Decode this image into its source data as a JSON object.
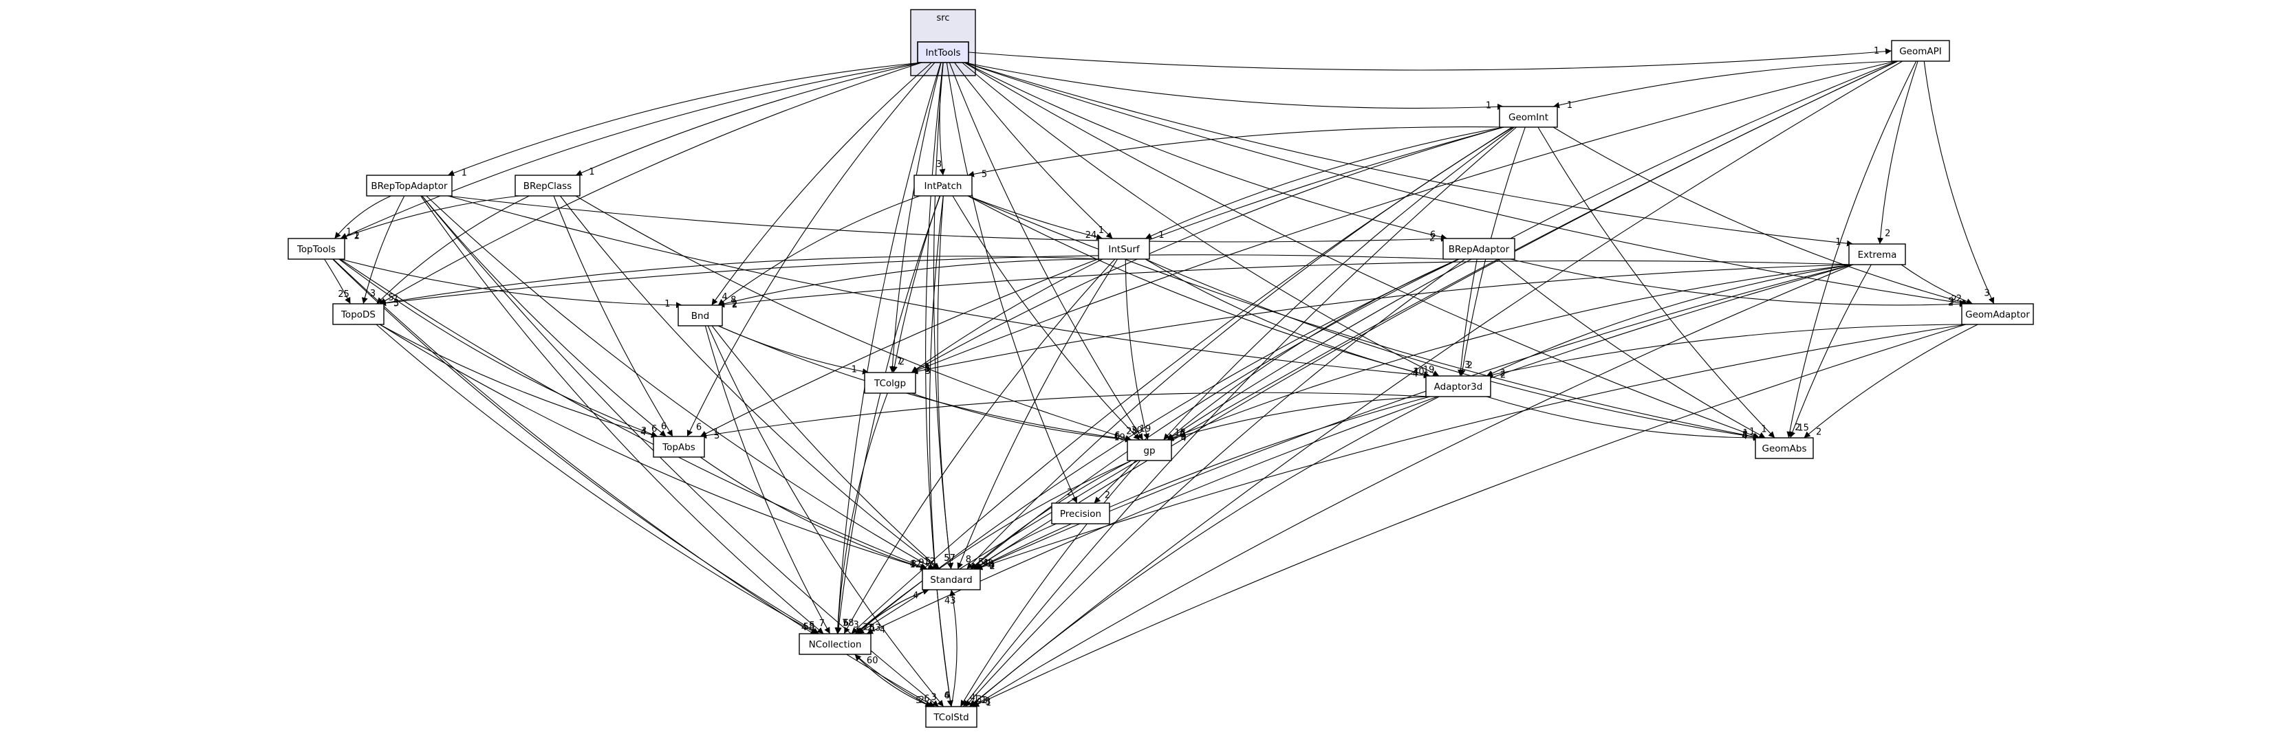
{
  "graph": {
    "cluster_label": "src",
    "focus_node": "IntTools",
    "nodes": [
      {
        "id": "IntTools",
        "label": "IntTools"
      },
      {
        "id": "GeomAPI",
        "label": "GeomAPI"
      },
      {
        "id": "GeomInt",
        "label": "GeomInt"
      },
      {
        "id": "BRepTopAdaptor",
        "label": "BRepTopAdaptor"
      },
      {
        "id": "BRepClass",
        "label": "BRepClass"
      },
      {
        "id": "IntPatch",
        "label": "IntPatch"
      },
      {
        "id": "TopTools",
        "label": "TopTools"
      },
      {
        "id": "IntSurf",
        "label": "IntSurf"
      },
      {
        "id": "BRepAdaptor",
        "label": "BRepAdaptor"
      },
      {
        "id": "Extrema",
        "label": "Extrema"
      },
      {
        "id": "TopoDS",
        "label": "TopoDS"
      },
      {
        "id": "Bnd",
        "label": "Bnd"
      },
      {
        "id": "GeomAdaptor",
        "label": "GeomAdaptor"
      },
      {
        "id": "TColgp",
        "label": "TColgp"
      },
      {
        "id": "Adaptor3d",
        "label": "Adaptor3d"
      },
      {
        "id": "TopAbs",
        "label": "TopAbs"
      },
      {
        "id": "gp",
        "label": "gp"
      },
      {
        "id": "GeomAbs",
        "label": "GeomAbs"
      },
      {
        "id": "Precision",
        "label": "Precision"
      },
      {
        "id": "Standard",
        "label": "Standard"
      },
      {
        "id": "NCollection",
        "label": "NCollection"
      },
      {
        "id": "TColStd",
        "label": "TColStd"
      }
    ],
    "edges": [
      {
        "from": "IntTools",
        "to": "GeomAPI",
        "label": "1"
      },
      {
        "from": "IntTools",
        "to": "GeomInt",
        "label": "1"
      },
      {
        "from": "IntTools",
        "to": "BRepTopAdaptor",
        "label": "1"
      },
      {
        "from": "IntTools",
        "to": "BRepClass",
        "label": "1"
      },
      {
        "from": "IntTools",
        "to": "IntPatch",
        "label": "3"
      },
      {
        "from": "IntTools",
        "to": "TopTools",
        "label": "1"
      },
      {
        "from": "IntTools",
        "to": "IntSurf",
        "label": "1"
      },
      {
        "from": "IntTools",
        "to": "BRepAdaptor",
        "label": "6"
      },
      {
        "from": "IntTools",
        "to": "Extrema",
        "label": "1"
      },
      {
        "from": "IntTools",
        "to": "TopoDS",
        "label": "7"
      },
      {
        "from": "IntTools",
        "to": "Bnd",
        "label": "4"
      },
      {
        "from": "IntTools",
        "to": "GeomAdaptor",
        "label": "3"
      },
      {
        "from": "IntTools",
        "to": "TColgp",
        "label": "7"
      },
      {
        "from": "IntTools",
        "to": "Adaptor3d",
        "label": "19"
      },
      {
        "from": "IntTools",
        "to": "TopAbs",
        "label": "6"
      },
      {
        "from": "IntTools",
        "to": "gp",
        "label": "30"
      },
      {
        "from": "IntTools",
        "to": "GeomAbs",
        "label": "1"
      },
      {
        "from": "IntTools",
        "to": "Precision",
        "label": "2"
      },
      {
        "from": "IntTools",
        "to": "Standard",
        "label": "57"
      },
      {
        "from": "IntTools",
        "to": "NCollection",
        "label": "7"
      },
      {
        "from": "IntTools",
        "to": "TColStd",
        "label": "6"
      },
      {
        "from": "GeomAPI",
        "to": "GeomInt",
        "label": "1"
      },
      {
        "from": "GeomAPI",
        "to": "Extrema",
        "label": "2"
      },
      {
        "from": "GeomAPI",
        "to": "GeomAdaptor",
        "label": "3"
      },
      {
        "from": "GeomAPI",
        "to": "TColgp",
        "label": "3"
      },
      {
        "from": "GeomAPI",
        "to": "gp",
        "label": "9"
      },
      {
        "from": "GeomAPI",
        "to": "GeomAbs",
        "label": "2"
      },
      {
        "from": "GeomAPI",
        "to": "Standard",
        "label": "1"
      },
      {
        "from": "GeomAPI",
        "to": "NCollection",
        "label": "1"
      },
      {
        "from": "GeomAPI",
        "to": "TColStd",
        "label": "1"
      },
      {
        "from": "GeomInt",
        "to": "IntPatch",
        "label": "5"
      },
      {
        "from": "GeomInt",
        "to": "IntSurf",
        "label": "1"
      },
      {
        "from": "GeomInt",
        "to": "GeomAdaptor",
        "label": "2"
      },
      {
        "from": "GeomInt",
        "to": "Adaptor3d",
        "label": "2"
      },
      {
        "from": "GeomInt",
        "to": "TColgp",
        "label": "5"
      },
      {
        "from": "GeomInt",
        "to": "TopAbs",
        "label": "1"
      },
      {
        "from": "GeomInt",
        "to": "gp",
        "label": "18"
      },
      {
        "from": "GeomInt",
        "to": "GeomAbs",
        "label": "1"
      },
      {
        "from": "GeomInt",
        "to": "Standard",
        "label": "5"
      },
      {
        "from": "GeomInt",
        "to": "NCollection",
        "label": "2"
      },
      {
        "from": "GeomInt",
        "to": "TColStd",
        "label": "1"
      },
      {
        "from": "BRepTopAdaptor",
        "to": "TopTools",
        "label": "1"
      },
      {
        "from": "BRepTopAdaptor",
        "to": "BRepAdaptor",
        "label": "2"
      },
      {
        "from": "BRepTopAdaptor",
        "to": "TopoDS",
        "label": "3"
      },
      {
        "from": "BRepTopAdaptor",
        "to": "Adaptor3d",
        "label": "4"
      },
      {
        "from": "BRepTopAdaptor",
        "to": "TopAbs",
        "label": "6"
      },
      {
        "from": "BRepTopAdaptor",
        "to": "Standard",
        "label": "9"
      },
      {
        "from": "BRepTopAdaptor",
        "to": "NCollection",
        "label": "5"
      },
      {
        "from": "BRepTopAdaptor",
        "to": "TColStd",
        "label": "6"
      },
      {
        "from": "BRepClass",
        "to": "TopTools",
        "label": "2"
      },
      {
        "from": "BRepClass",
        "to": "TopoDS",
        "label": "5"
      },
      {
        "from": "BRepClass",
        "to": "TopAbs",
        "label": "6"
      },
      {
        "from": "BRepClass",
        "to": "gp",
        "label": "6"
      },
      {
        "from": "BRepClass",
        "to": "Standard",
        "label": "12"
      },
      {
        "from": "IntPatch",
        "to": "IntSurf",
        "label": "24"
      },
      {
        "from": "IntPatch",
        "to": "Adaptor3d",
        "label": "10"
      },
      {
        "from": "IntPatch",
        "to": "Bnd",
        "label": "8"
      },
      {
        "from": "IntPatch",
        "to": "TColgp",
        "label": "2"
      },
      {
        "from": "IntPatch",
        "to": "gp",
        "label": "28"
      },
      {
        "from": "IntPatch",
        "to": "GeomAbs",
        "label": "8"
      },
      {
        "from": "IntPatch",
        "to": "Standard",
        "label": "57"
      },
      {
        "from": "IntPatch",
        "to": "NCollection",
        "label": "6"
      },
      {
        "from": "IntPatch",
        "to": "TColStd",
        "label": "4"
      },
      {
        "from": "TopTools",
        "to": "TopoDS",
        "label": "25"
      },
      {
        "from": "TopTools",
        "to": "Bnd",
        "label": "1"
      },
      {
        "from": "TopTools",
        "to": "TopAbs",
        "label": "3"
      },
      {
        "from": "TopTools",
        "to": "Standard",
        "label": "3"
      },
      {
        "from": "TopTools",
        "to": "NCollection",
        "label": "58"
      },
      {
        "from": "TopTools",
        "to": "TColStd",
        "label": "2"
      },
      {
        "from": "IntSurf",
        "to": "TopoDS",
        "label": "3"
      },
      {
        "from": "IntSurf",
        "to": "Bnd",
        "label": "2"
      },
      {
        "from": "IntSurf",
        "to": "Adaptor3d",
        "label": "4"
      },
      {
        "from": "IntSurf",
        "to": "TColgp",
        "label": "3"
      },
      {
        "from": "IntSurf",
        "to": "gp",
        "label": "19"
      },
      {
        "from": "IntSurf",
        "to": "GeomAbs",
        "label": "4"
      },
      {
        "from": "IntSurf",
        "to": "Standard",
        "label": "8"
      },
      {
        "from": "IntSurf",
        "to": "NCollection",
        "label": "3"
      },
      {
        "from": "BRepAdaptor",
        "to": "GeomAdaptor",
        "label": "2"
      },
      {
        "from": "BRepAdaptor",
        "to": "Adaptor3d",
        "label": "3"
      },
      {
        "from": "BRepAdaptor",
        "to": "TopoDS",
        "label": "5"
      },
      {
        "from": "BRepAdaptor",
        "to": "gp",
        "label": "4"
      },
      {
        "from": "BRepAdaptor",
        "to": "GeomAbs",
        "label": "1"
      },
      {
        "from": "BRepAdaptor",
        "to": "Standard",
        "label": "4"
      },
      {
        "from": "BRepAdaptor",
        "to": "NCollection",
        "label": "1"
      },
      {
        "from": "BRepAdaptor",
        "to": "TColStd",
        "label": "3"
      },
      {
        "from": "Extrema",
        "to": "GeomAdaptor",
        "label": "2"
      },
      {
        "from": "Extrema",
        "to": "Adaptor3d",
        "label": "2"
      },
      {
        "from": "Extrema",
        "to": "Bnd",
        "label": "2"
      },
      {
        "from": "Extrema",
        "to": "TColgp",
        "label": "3"
      },
      {
        "from": "Extrema",
        "to": "gp",
        "label": "9"
      },
      {
        "from": "Extrema",
        "to": "GeomAbs",
        "label": "15"
      },
      {
        "from": "Extrema",
        "to": "Standard",
        "label": "4"
      },
      {
        "from": "Extrema",
        "to": "NCollection",
        "label": "4"
      },
      {
        "from": "Extrema",
        "to": "TColStd",
        "label": "3"
      },
      {
        "from": "TopoDS",
        "to": "TopAbs",
        "label": "4"
      },
      {
        "from": "TopoDS",
        "to": "Standard",
        "label": "12"
      },
      {
        "from": "TopoDS",
        "to": "NCollection",
        "label": "4"
      },
      {
        "from": "Bnd",
        "to": "TColgp",
        "label": "1"
      },
      {
        "from": "Bnd",
        "to": "gp",
        "label": "6"
      },
      {
        "from": "Bnd",
        "to": "Standard",
        "label": "5"
      },
      {
        "from": "Bnd",
        "to": "NCollection",
        "label": "7"
      },
      {
        "from": "Bnd",
        "to": "TColStd",
        "label": "3"
      },
      {
        "from": "GeomAdaptor",
        "to": "Adaptor3d",
        "label": "2"
      },
      {
        "from": "GeomAdaptor",
        "to": "GeomAbs",
        "label": "2"
      },
      {
        "from": "GeomAdaptor",
        "to": "Standard",
        "label": "2"
      },
      {
        "from": "GeomAdaptor",
        "to": "TColStd",
        "label": "1"
      },
      {
        "from": "TColgp",
        "to": "gp",
        "label": "19"
      },
      {
        "from": "TColgp",
        "to": "NCollection",
        "label": "58"
      },
      {
        "from": "Adaptor3d",
        "to": "TopAbs",
        "label": "3"
      },
      {
        "from": "Adaptor3d",
        "to": "gp",
        "label": "4"
      },
      {
        "from": "Adaptor3d",
        "to": "GeomAbs",
        "label": "4"
      },
      {
        "from": "Adaptor3d",
        "to": "Standard",
        "label": "5"
      },
      {
        "from": "Adaptor3d",
        "to": "TColStd",
        "label": "3"
      },
      {
        "from": "TopAbs",
        "to": "Standard",
        "label": "4"
      },
      {
        "from": "gp",
        "to": "Precision",
        "label": "2"
      },
      {
        "from": "gp",
        "to": "Standard",
        "label": "4"
      },
      {
        "from": "gp",
        "to": "NCollection",
        "label": "2"
      },
      {
        "from": "gp",
        "to": "TColStd",
        "label": "4"
      },
      {
        "from": "Precision",
        "to": "Standard",
        "label": "3"
      },
      {
        "from": "Standard",
        "to": "NCollection",
        "label": "53"
      },
      {
        "from": "NCollection",
        "to": "Standard",
        "label": "4"
      },
      {
        "from": "NCollection",
        "to": "TColStd",
        "label": "5"
      },
      {
        "from": "TColStd",
        "to": "Standard",
        "label": "43"
      },
      {
        "from": "TColStd",
        "to": "NCollection",
        "label": "60"
      }
    ]
  }
}
